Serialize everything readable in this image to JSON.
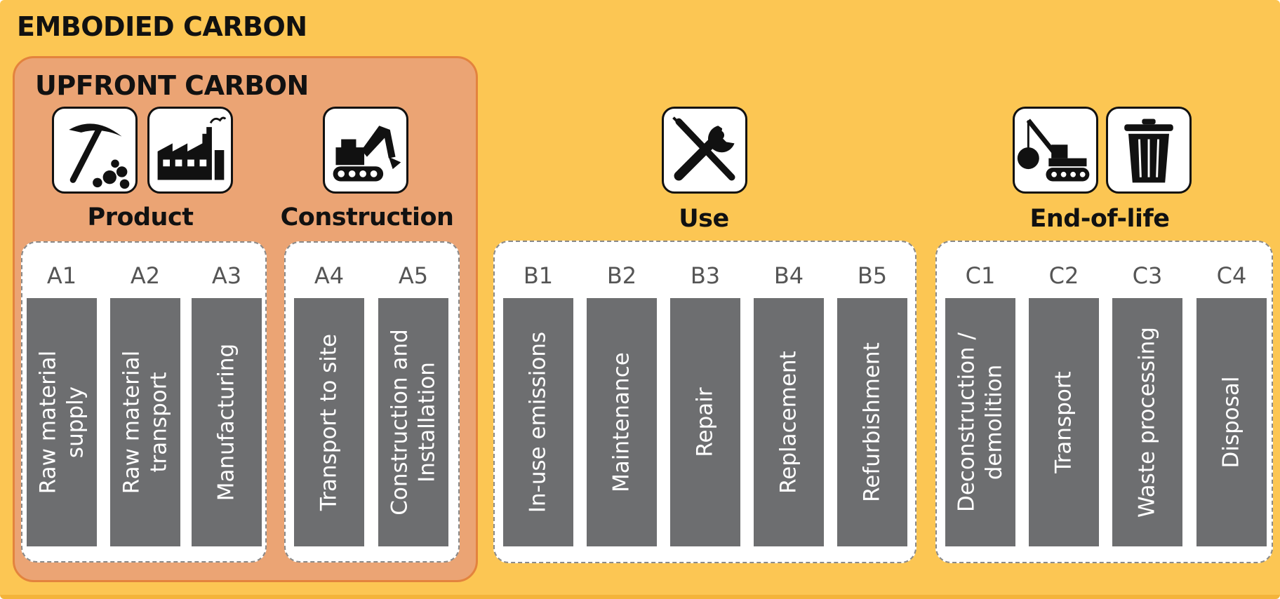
{
  "title": "EMBODIED CARBON",
  "upfront_title": "UPFRONT CARBON",
  "phases": {
    "product": "Product",
    "construction": "Construction",
    "use": "Use",
    "end_of_life": "End-of-life"
  },
  "icons": {
    "product": [
      "pickaxe-icon",
      "factory-icon"
    ],
    "construction": [
      "excavator-icon"
    ],
    "use": [
      "tools-icon"
    ],
    "end_of_life": [
      "demolition-crane-icon",
      "trash-can-icon"
    ]
  },
  "modules": [
    {
      "code": "A1",
      "label": "Raw material\nsupply"
    },
    {
      "code": "A2",
      "label": "Raw material\ntransport"
    },
    {
      "code": "A3",
      "label": "Manufacturing"
    },
    {
      "code": "A4",
      "label": "Transport to site"
    },
    {
      "code": "A5",
      "label": "Construction and\nInstallation"
    },
    {
      "code": "B1",
      "label": "In-use emissions"
    },
    {
      "code": "B2",
      "label": "Maintenance"
    },
    {
      "code": "B3",
      "label": "Repair"
    },
    {
      "code": "B4",
      "label": "Replacement"
    },
    {
      "code": "B5",
      "label": "Refurbishment"
    },
    {
      "code": "C1",
      "label": "Deconstruction /\ndemolition"
    },
    {
      "code": "C2",
      "label": "Transport"
    },
    {
      "code": "C3",
      "label": "Waste processing"
    },
    {
      "code": "C4",
      "label": "Disposal"
    }
  ],
  "colors": {
    "background": "#fcc653",
    "upfront": "#eba474",
    "bar": "#6d6e70"
  }
}
